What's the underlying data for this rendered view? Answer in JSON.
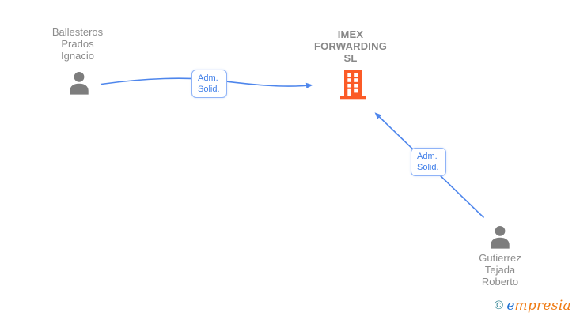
{
  "nodes": {
    "person_top_left": {
      "type": "person",
      "name_line1": "Ballesteros",
      "name_line2": "Prados",
      "name_line3": "Ignacio"
    },
    "company": {
      "type": "company",
      "name_line1": "IMEX",
      "name_line2": "FORWARDING",
      "name_line3": "SL"
    },
    "person_bottom_right": {
      "type": "person",
      "name_line1": "Gutierrez",
      "name_line2": "Tejada",
      "name_line3": "Roberto"
    }
  },
  "edges": {
    "edge1": {
      "from": "Ballesteros Prados Ignacio",
      "to": "IMEX FORWARDING SL",
      "label_line1": "Adm.",
      "label_line2": "Solid."
    },
    "edge2": {
      "from": "Gutierrez Tejada Roberto",
      "to": "IMEX FORWARDING SL",
      "label_line1": "Adm.",
      "label_line2": "Solid."
    }
  },
  "watermark": {
    "symbol": "©",
    "brand_initial": "e",
    "brand_rest": "mpresia"
  },
  "icons": {
    "person": "person-silhouette-icon",
    "company": "building-icon"
  },
  "colors": {
    "person_name_text": "#8c8c8c",
    "company_name_text": "#888888",
    "person_icon": "#7d7d7d",
    "building_icon": "#fb5b27",
    "edge_line": "#4e86ec",
    "edge_label_text": "#3f7ee8",
    "edge_label_border": "#8fb3f7",
    "watermark_copyright": "#2a7f8f",
    "watermark_initial": "#1c6fd4",
    "watermark_rest": "#ef7a12",
    "background": "#ffffff"
  }
}
